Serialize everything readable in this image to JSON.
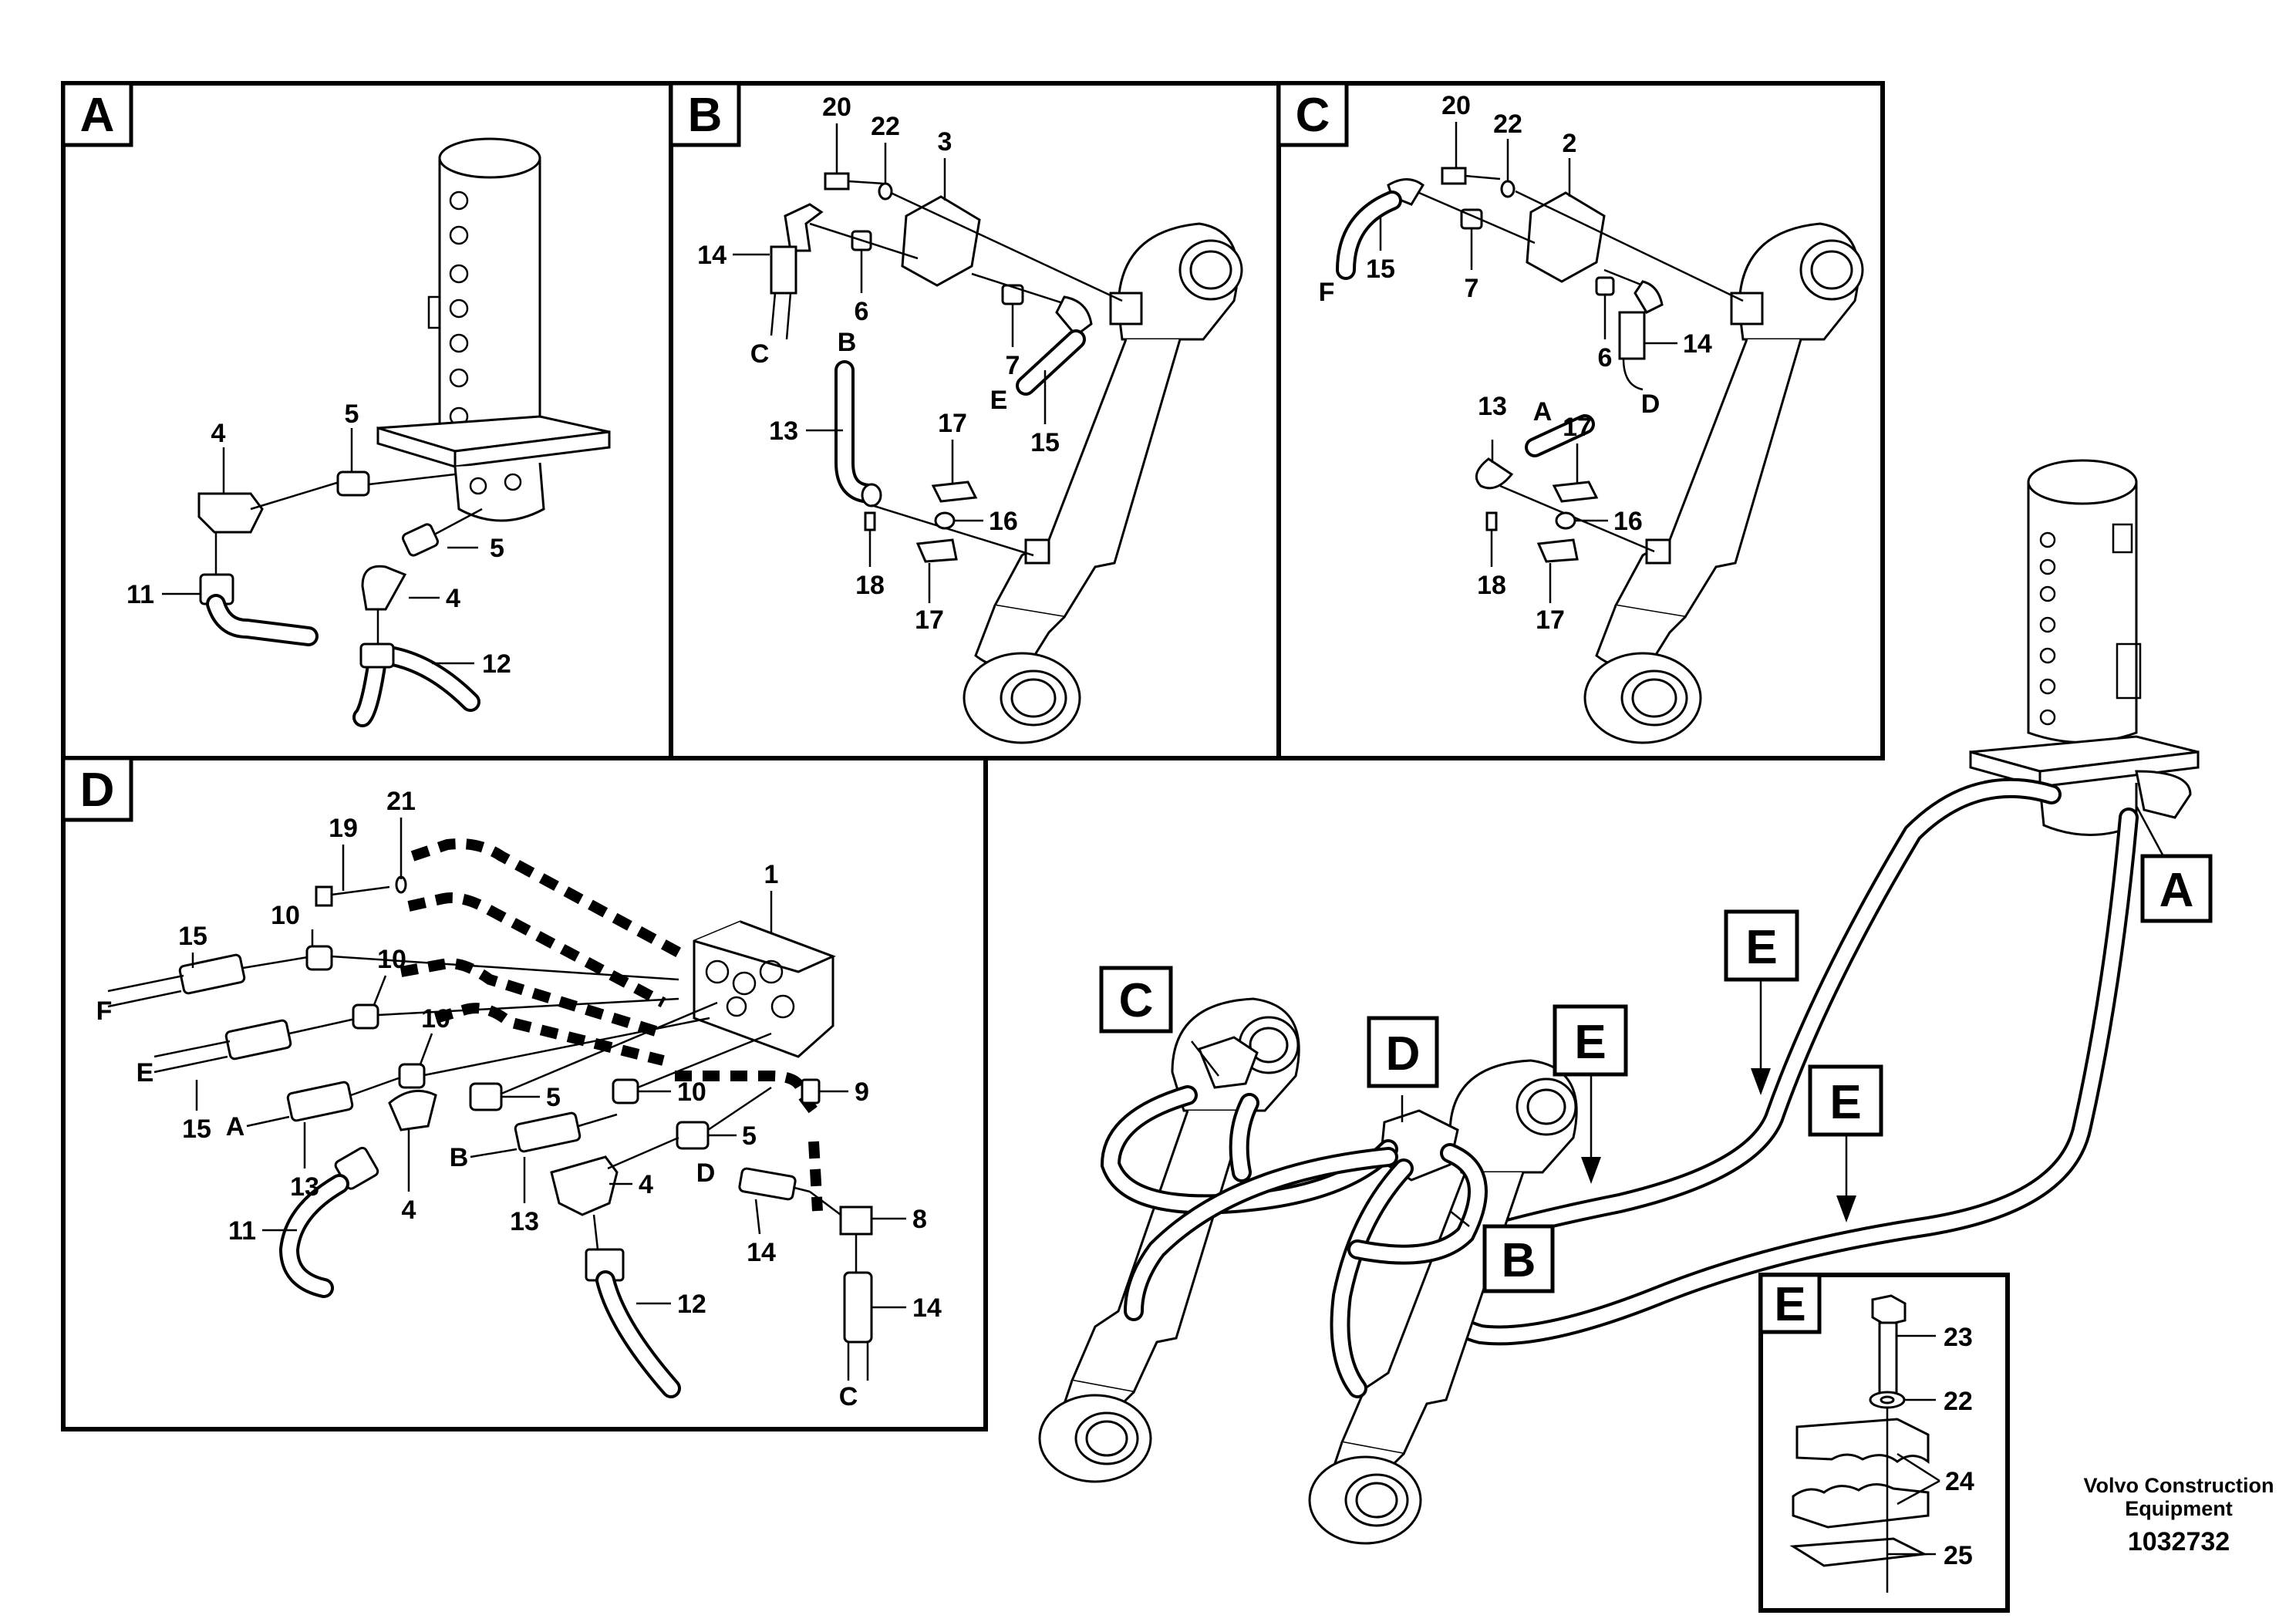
{
  "panels": {
    "A": {
      "letter": "A",
      "labels": [
        "4",
        "5",
        "5",
        "4",
        "11",
        "12"
      ]
    },
    "B": {
      "letter": "B",
      "labels": [
        "20",
        "22",
        "3",
        "14",
        "6",
        "7",
        "15",
        "13",
        "17",
        "16",
        "18",
        "17"
      ],
      "ends": [
        "C",
        "B",
        "E"
      ]
    },
    "C": {
      "letter": "C",
      "labels": [
        "20",
        "22",
        "2",
        "15",
        "7",
        "6",
        "14",
        "13",
        "17",
        "16",
        "18",
        "17"
      ],
      "ends": [
        "F",
        "D",
        "A"
      ]
    },
    "D": {
      "letter": "D",
      "labels": [
        "19",
        "21",
        "1",
        "15",
        "10",
        "10",
        "10",
        "15",
        "13",
        "5",
        "10",
        "9",
        "11",
        "4",
        "13",
        "5",
        "4",
        "14",
        "8",
        "12",
        "14"
      ],
      "ends": [
        "F",
        "E",
        "A",
        "B",
        "D",
        "C"
      ]
    },
    "E_detail": {
      "letter": "E",
      "labels": [
        "23",
        "22",
        "24",
        "25"
      ]
    }
  },
  "overview": {
    "callouts": [
      "C",
      "D",
      "E",
      "E",
      "E",
      "A",
      "B"
    ]
  },
  "footer": {
    "line1": "Volvo Construction",
    "line2": "Equipment",
    "doc_number": "1032732"
  }
}
